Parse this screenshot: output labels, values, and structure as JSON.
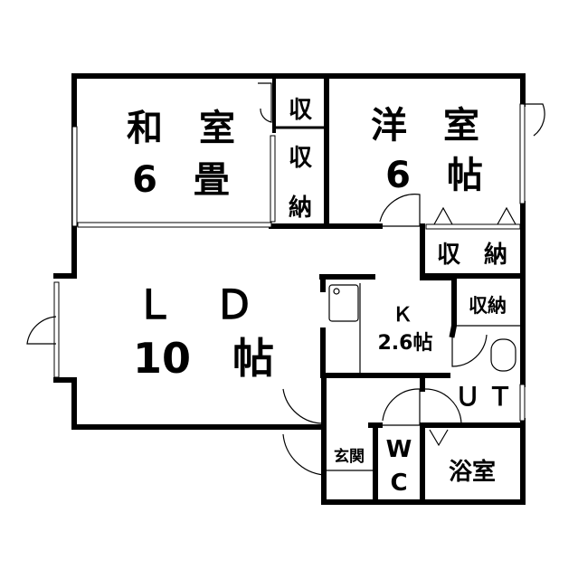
{
  "rooms": {
    "washitsu": {
      "name": "和　室",
      "size": "6　畳"
    },
    "youshitsu": {
      "name": "洋　室",
      "size": "6　帖"
    },
    "ld": {
      "name": "Ｌ　Ｄ",
      "size": "10　帖"
    },
    "kitchen": {
      "name": "Ｋ",
      "size": "2.6帖"
    },
    "closet_small": "収",
    "closet_tall_1": "収",
    "closet_tall_2": "納",
    "closet_youshitsu": "収　納",
    "closet_k": "収納",
    "utility": "ＵＴ",
    "entrance": "玄関",
    "wc_1": "W",
    "wc_2": "C",
    "bath": "浴室"
  }
}
